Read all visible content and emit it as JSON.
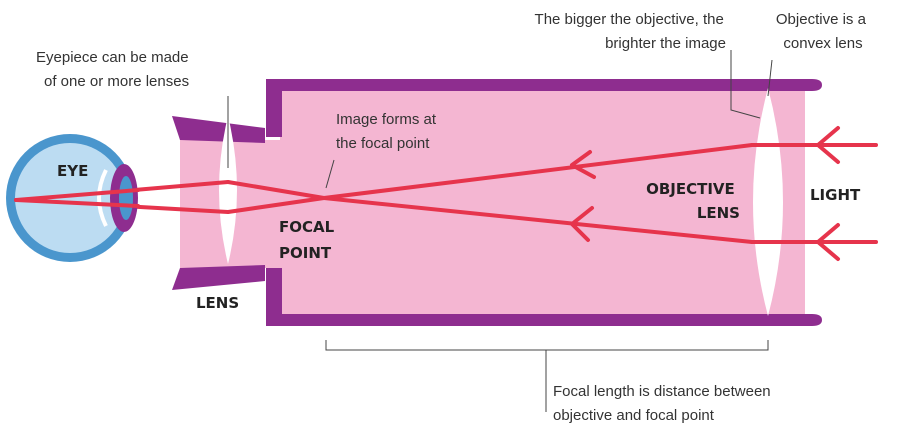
{
  "labels": {
    "eyepiece": [
      "Eyepiece can be made",
      "of one or more lenses"
    ],
    "objective_size": [
      "The bigger the objective, the",
      "brighter the image"
    ],
    "objective_type": [
      "Objective is a",
      "convex lens"
    ],
    "image_forms": [
      "Image forms at",
      "the focal point"
    ],
    "eye": "EYE",
    "focal_point": [
      "FOCAL",
      "POINT"
    ],
    "lens": "LENS",
    "objective_lens": [
      "OBJECTIVE",
      "LENS"
    ],
    "light": "LIGHT",
    "focal_length": [
      "Focal length is distance between",
      "objective and focal point"
    ]
  },
  "colors": {
    "tube_fill": "#f4b6d2",
    "tube_border": "#8e2d8f",
    "light_ray": "#e6344c",
    "eye_blue": "#4a96cd",
    "eye_light": "#bcdcf2",
    "lens_fill": "#ffffff",
    "leader_line": "#444444"
  }
}
